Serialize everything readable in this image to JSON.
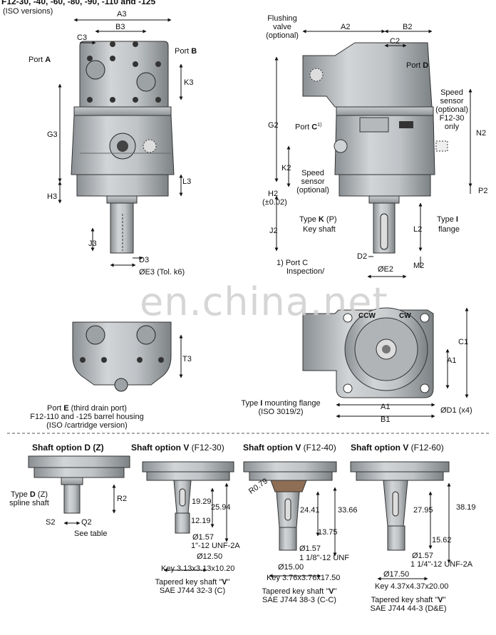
{
  "header": {
    "title": "F12-30, -40, -60, -80, -90, -110 and -125",
    "subtitle": "(ISO versions)"
  },
  "side_view": {
    "a3": "A3",
    "b3": "B3",
    "c3": "C3",
    "port_a_prefix": "Port ",
    "port_a": "A",
    "port_b_prefix": "Port ",
    "port_b": "B",
    "k3": "K3",
    "g3": "G3",
    "l3": "L3",
    "h3": "H3",
    "j3": "J3",
    "d3": "D3",
    "e3": "ØE3 (Tol. k6)"
  },
  "front_view": {
    "flushing_valve": [
      "Flushing",
      "valve",
      "(optional)"
    ],
    "a2": "A2",
    "b2": "B2",
    "c2": "C2",
    "port_d_prefix": "Port ",
    "port_d": "D",
    "speed_sensor_right": [
      "Speed",
      "sensor",
      "(optional)",
      "F12-30",
      "only"
    ],
    "n2": "N2",
    "g2": "G2",
    "port_c_prefix": "Port ",
    "port_c": "C",
    "port_c_sup": "1)",
    "k2": "K2",
    "speed_sensor_mid": [
      "Speed",
      "sensor",
      "(optional)"
    ],
    "h2": "H2",
    "h2_tol": "(±0.02)",
    "p2": "P2",
    "type_i_prefix": "Type ",
    "type_i": "I",
    "type_i_flange": "flange",
    "type_k_prefix": "Type ",
    "type_k": "K",
    "type_k_p": " (P)",
    "key_shaft": "Key shaft",
    "j2": "J2",
    "l2": "L2",
    "d2": "D2",
    "m2": "M2",
    "e2": "ØE2",
    "note_port_c": [
      "1) Port C",
      "Inspection/"
    ]
  },
  "bottom_view": {
    "t3": "T3",
    "port_e_prefix": "Port ",
    "port_e": "E",
    "port_e_suffix": " (third drain port)",
    "port_e_line2": "F12-110 and -125 barrel housing",
    "port_e_line3": "(ISO /cartridge version)"
  },
  "flange_view": {
    "ccw": "CCW",
    "cw": "CW",
    "c1": "C1",
    "a1_v": "A1",
    "a1_h": "A1",
    "b1": "B1",
    "d1": "ØD1 (x4)",
    "type_i_prefix": "Type ",
    "type_i": "I",
    "type_i_suffix": " mounting flange",
    "iso": "(ISO 3019/2)"
  },
  "watermark": "en.china.net",
  "shafts": [
    {
      "title_prefix": "Shaft option ",
      "title_opt": "D",
      "title_extra": " (Z)",
      "type_label_prefix": "Type ",
      "type_label_opt": "D",
      "type_label_extra": " (Z)",
      "type_label_line2": "spline shaft",
      "r2": "R2",
      "s2": "S2",
      "q2": "Q2",
      "see_table": "See table"
    },
    {
      "title_prefix": "Shaft option ",
      "title_opt": "V",
      "title_extra": " (F12-30)",
      "d1": "19.29",
      "d2": "25.94",
      "d3": "12.19",
      "d4": "Ø1.57",
      "thread": "1\"-12 UNF-2A",
      "dia": "Ø12.50",
      "key": "Key 3.13x3.13x10.20",
      "caption1_prefix": "Tapered key shaft \"",
      "caption1_opt": "V",
      "caption1_suffix": "\"",
      "caption2": "SAE J744 32-3 (C)"
    },
    {
      "title_prefix": "Shaft option ",
      "title_opt": "V",
      "title_extra": " (F12-40)",
      "r": "R0.79",
      "d1": "24.41",
      "d2": "33.66",
      "d3": "13.75",
      "d4": "Ø1.57",
      "thread": "1 1/8\"-12 UNF",
      "dia": "Ø15.00",
      "key": "Key 3.76x3.76x17.50",
      "caption1_prefix": "Tapered key shaft \"",
      "caption1_opt": "V",
      "caption1_suffix": "\"",
      "caption2": "SAE J744 38-3 (C-C)"
    },
    {
      "title_prefix": "Shaft option ",
      "title_opt": "V",
      "title_extra": " (F12-60)",
      "d1": "27.95",
      "d2": "38.19",
      "d3": "15.62",
      "d4": "Ø1.57",
      "thread": "1 1/4\"-12 UNF-2A",
      "dia": "Ø17.50",
      "key": "Key 4.37x4.37x20.00",
      "caption1_prefix": "Tapered key shaft \"",
      "caption1_opt": "V",
      "caption1_suffix": "\"",
      "caption2": "SAE J744 44-3 (D&E)"
    }
  ]
}
